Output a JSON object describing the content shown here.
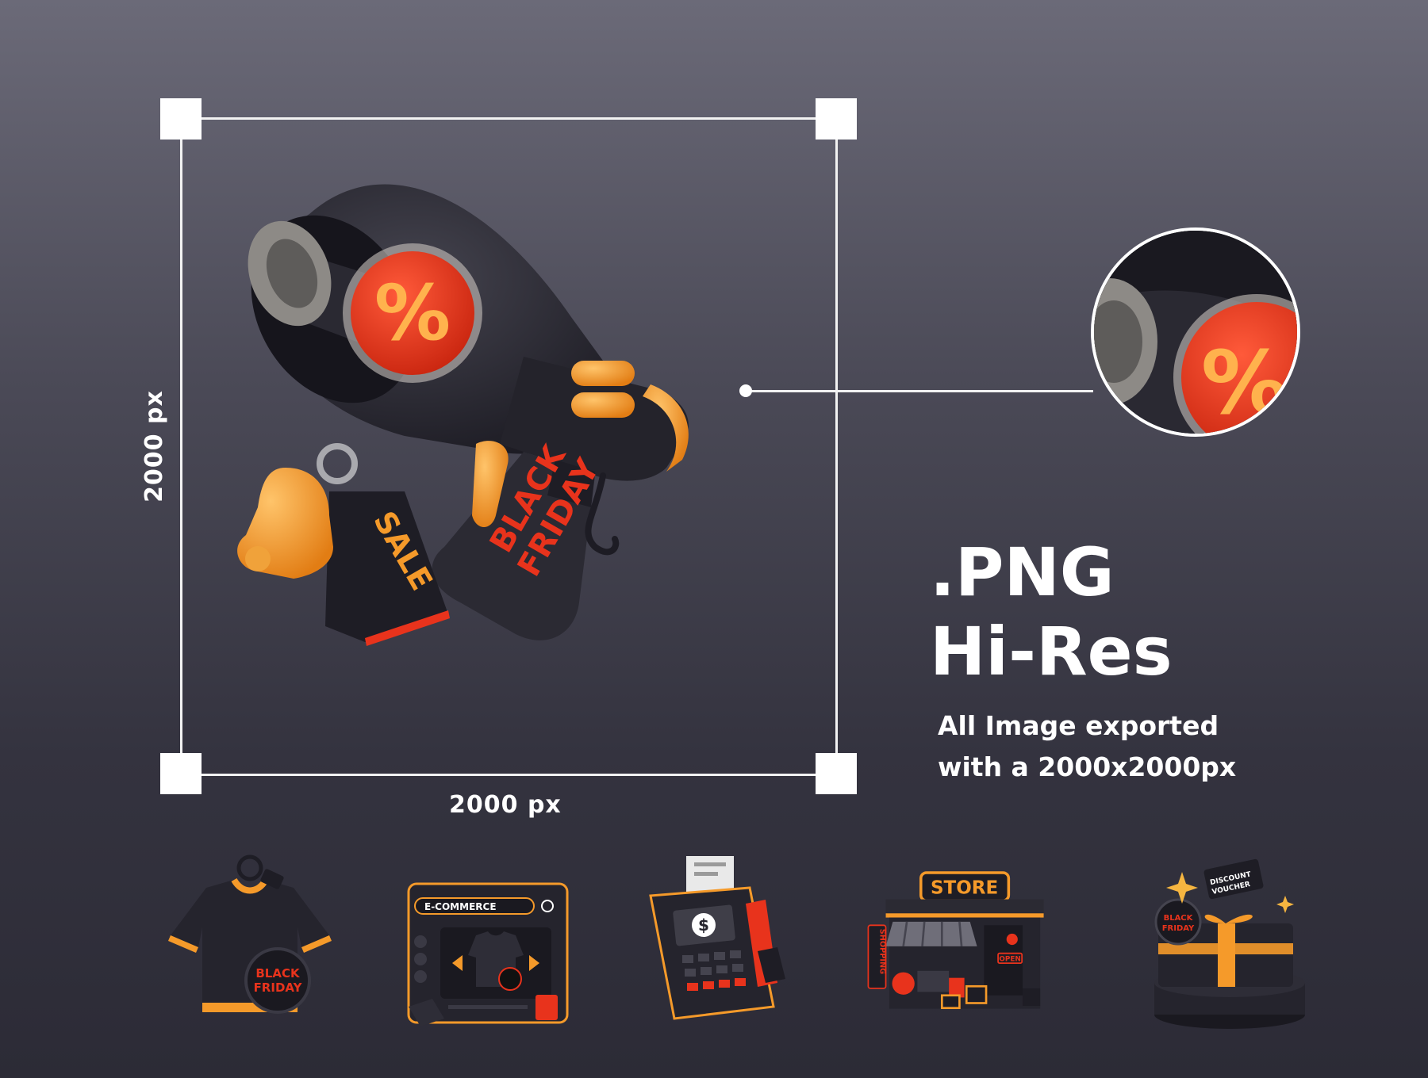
{
  "dimensions": {
    "width_label": "2000 px",
    "height_label": "2000 px"
  },
  "format": {
    "line1": ".PNG",
    "line2": "Hi-Res",
    "desc_line1": "All Image exported",
    "desc_line2": "with a 2000x2000px"
  },
  "hero": {
    "badge_symbol": "%",
    "tag_text": "SALE",
    "handle_text_1": "BLACK",
    "handle_text_2": "FRIDAY"
  },
  "thumbnails": [
    {
      "name": "tshirt-icon",
      "text1": "BLACK",
      "text2": "FRIDAY"
    },
    {
      "name": "ecommerce-window-icon",
      "text1": "E-COMMERCE"
    },
    {
      "name": "payment-terminal-icon",
      "text1": "$"
    },
    {
      "name": "store-icon",
      "text1": "STORE",
      "text2": "SHOPPING",
      "text3": "OPEN"
    },
    {
      "name": "gift-box-icon",
      "text1": "BLACK",
      "text2": "FRIDAY",
      "text3": "DISCOUNT",
      "text4": "VOUCHER"
    }
  ],
  "colors": {
    "accent_orange": "#f59a2a",
    "accent_red": "#e8331c",
    "body_black": "#26252e"
  }
}
